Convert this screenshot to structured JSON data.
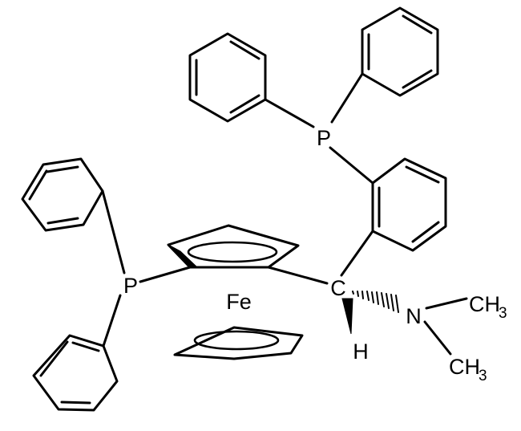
{
  "atoms": {
    "phosphorus_top": "P",
    "phosphorus_left": "P",
    "iron": "Fe",
    "stereo_carbon": "C",
    "hydrogen": "H",
    "nitrogen": "N",
    "methyl_top": {
      "base": "CH",
      "sub": "3"
    },
    "methyl_bottom": {
      "base": "CH",
      "sub": "3"
    }
  }
}
